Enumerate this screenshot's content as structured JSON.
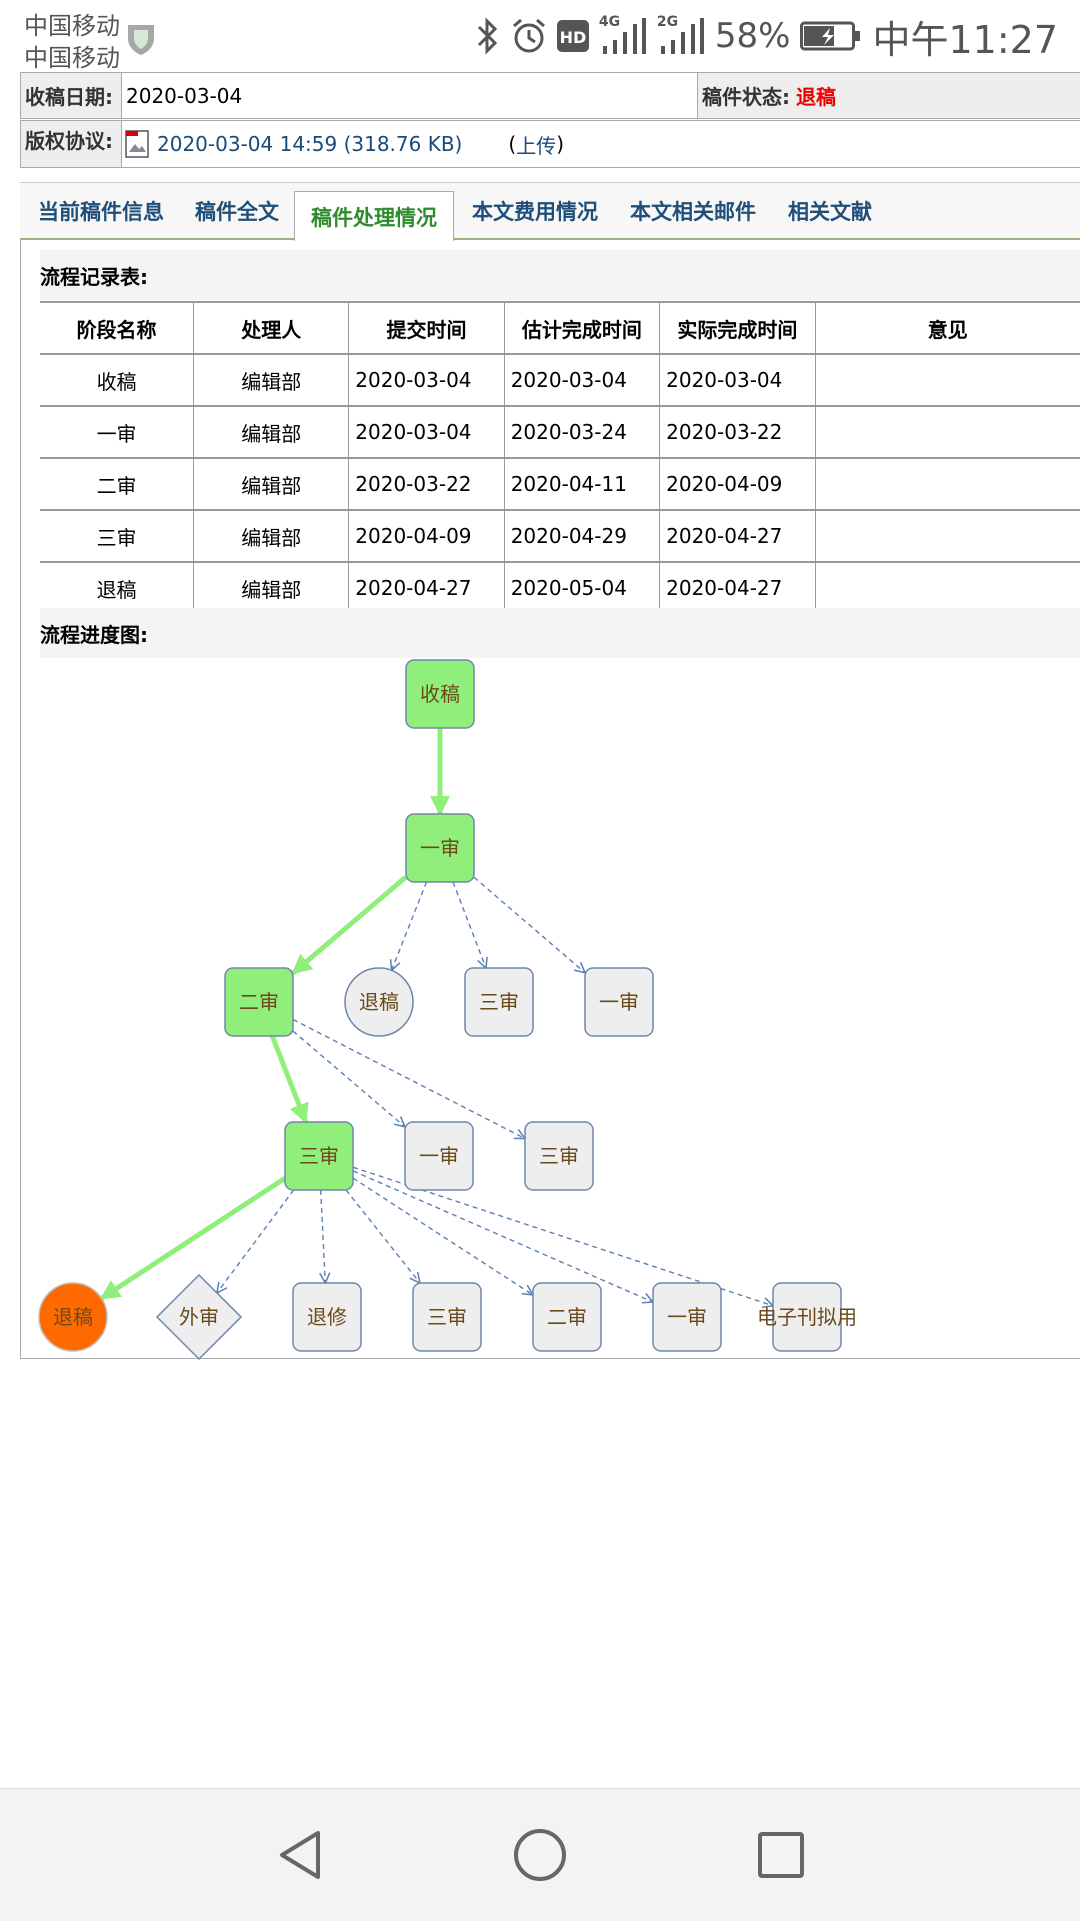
{
  "status_bar": {
    "carrier1": "中国移动",
    "carrier2": "中国移动",
    "net_4g": "4G",
    "net_2g": "2G",
    "battery": "58%",
    "time": "中午11:27"
  },
  "info": {
    "receive_date_label": "收稿日期:",
    "receive_date_value": "2020-03-04",
    "status_label": "稿件状态:",
    "status_value": "退稿",
    "copyright_label": "版权协议:",
    "copyright_file": "2020-03-04 14:59 (318.76 KB)",
    "upload_open": "(",
    "upload_link": "上传",
    "upload_close": ")"
  },
  "tabs": [
    {
      "label": "当前稿件信息"
    },
    {
      "label": "稿件全文"
    },
    {
      "label": "稿件处理情况"
    },
    {
      "label": "本文费用情况"
    },
    {
      "label": "本文相关邮件"
    },
    {
      "label": "相关文献"
    }
  ],
  "flow_table": {
    "title": "流程记录表:",
    "headers": [
      "阶段名称",
      "处理人",
      "提交时间",
      "估计完成时间",
      "实际完成时间",
      "意见"
    ],
    "rows": [
      [
        "收稿",
        "编辑部",
        "2020-03-04",
        "2020-03-04",
        "2020-03-04",
        ""
      ],
      [
        "一审",
        "编辑部",
        "2020-03-04",
        "2020-03-24",
        "2020-03-22",
        ""
      ],
      [
        "二审",
        "编辑部",
        "2020-03-22",
        "2020-04-11",
        "2020-04-09",
        ""
      ],
      [
        "三审",
        "编辑部",
        "2020-04-09",
        "2020-04-29",
        "2020-04-27",
        ""
      ],
      [
        "退稿",
        "编辑部",
        "2020-04-27",
        "2020-05-04",
        "2020-04-27",
        ""
      ]
    ]
  },
  "diagram": {
    "title": "流程进度图:",
    "nodes": [
      {
        "id": "n1",
        "label": "收稿",
        "shape": "rect",
        "state": "done"
      },
      {
        "id": "n2",
        "label": "一审",
        "shape": "rect",
        "state": "done"
      },
      {
        "id": "n3",
        "label": "二审",
        "shape": "rect",
        "state": "done"
      },
      {
        "id": "n4",
        "label": "退稿",
        "shape": "circle",
        "state": "option"
      },
      {
        "id": "n5",
        "label": "三审",
        "shape": "rect",
        "state": "option"
      },
      {
        "id": "n6",
        "label": "一审",
        "shape": "rect",
        "state": "option"
      },
      {
        "id": "n7",
        "label": "三审",
        "shape": "rect",
        "state": "done"
      },
      {
        "id": "n8",
        "label": "一审",
        "shape": "rect",
        "state": "option"
      },
      {
        "id": "n9",
        "label": "三审",
        "shape": "rect",
        "state": "option"
      },
      {
        "id": "n10",
        "label": "退稿",
        "shape": "circle",
        "state": "current"
      },
      {
        "id": "n11",
        "label": "外审",
        "shape": "diamond",
        "state": "option"
      },
      {
        "id": "n12",
        "label": "退修",
        "shape": "rect",
        "state": "option"
      },
      {
        "id": "n13",
        "label": "三审",
        "shape": "rect",
        "state": "option"
      },
      {
        "id": "n14",
        "label": "二审",
        "shape": "rect",
        "state": "option"
      },
      {
        "id": "n15",
        "label": "一审",
        "shape": "rect",
        "state": "option"
      },
      {
        "id": "n16",
        "label": "电子刊拟用",
        "shape": "rect",
        "state": "option"
      }
    ],
    "edges": [
      {
        "from": "n1",
        "to": "n2",
        "type": "taken"
      },
      {
        "from": "n2",
        "to": "n3",
        "type": "taken"
      },
      {
        "from": "n2",
        "to": "n4",
        "type": "possible"
      },
      {
        "from": "n2",
        "to": "n5",
        "type": "possible"
      },
      {
        "from": "n2",
        "to": "n6",
        "type": "possible"
      },
      {
        "from": "n3",
        "to": "n7",
        "type": "taken"
      },
      {
        "from": "n3",
        "to": "n8",
        "type": "possible"
      },
      {
        "from": "n3",
        "to": "n9",
        "type": "possible"
      },
      {
        "from": "n7",
        "to": "n10",
        "type": "taken"
      },
      {
        "from": "n7",
        "to": "n11",
        "type": "possible"
      },
      {
        "from": "n7",
        "to": "n12",
        "type": "possible"
      },
      {
        "from": "n7",
        "to": "n13",
        "type": "possible"
      },
      {
        "from": "n7",
        "to": "n14",
        "type": "possible"
      },
      {
        "from": "n7",
        "to": "n15",
        "type": "possible"
      },
      {
        "from": "n7",
        "to": "n16",
        "type": "possible"
      }
    ],
    "colors": {
      "done": "#90ee7a",
      "current": "#ff6a00",
      "option": "#eeeeee",
      "taken": "#90ee7a",
      "possible": "#5b7fb5"
    }
  },
  "nav": {
    "back": "back-icon",
    "home": "home-icon",
    "recents": "recents-icon"
  }
}
